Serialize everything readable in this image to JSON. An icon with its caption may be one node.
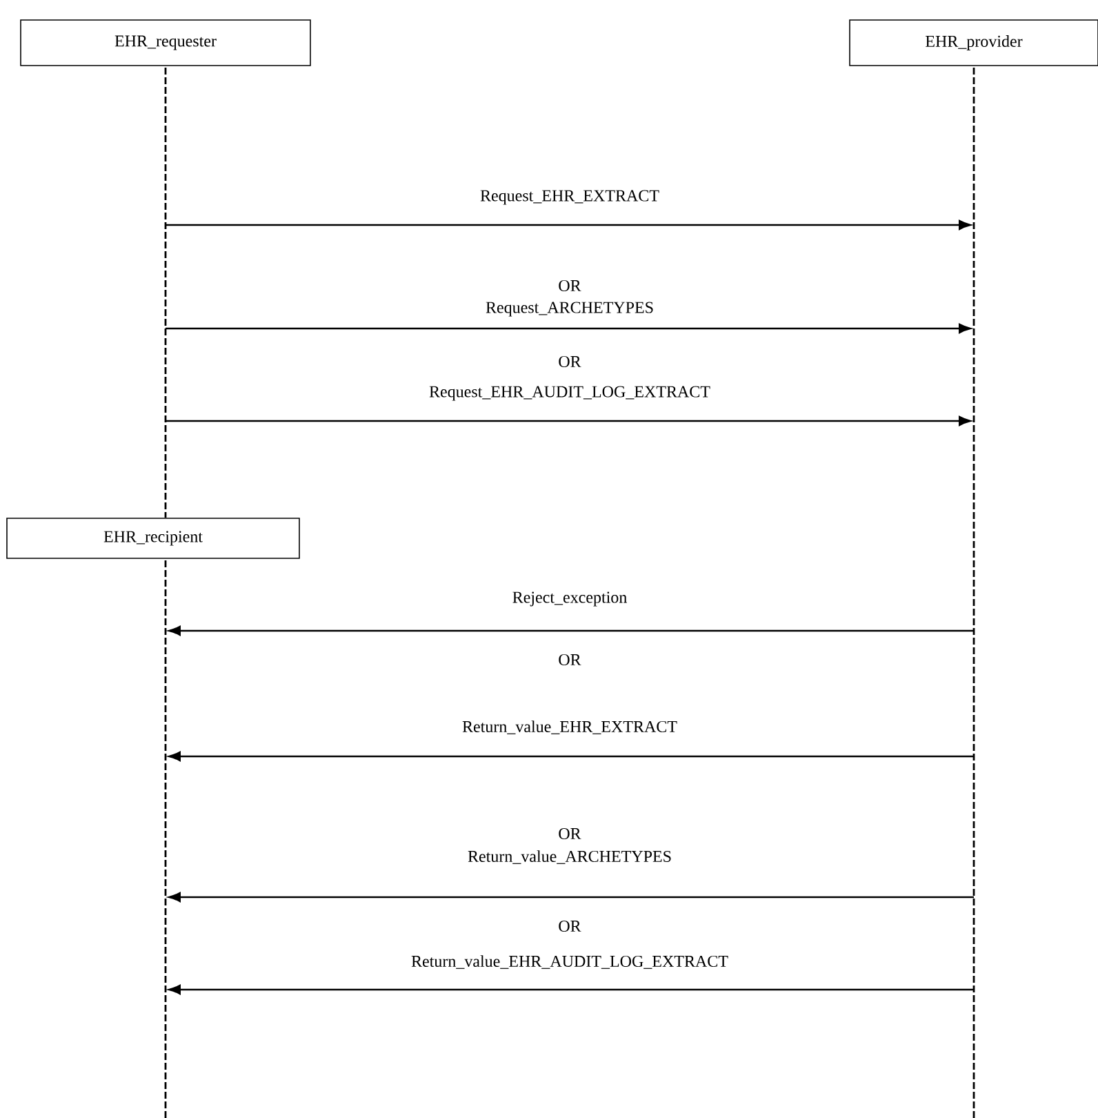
{
  "diagram": {
    "nodes": [
      {
        "text": [
          "EHR_requester"
        ]
      },
      {
        "text": [
          "EHR_provider"
        ]
      },
      {
        "text": [
          "EHR_recipient"
        ]
      },
      {
        "text": [],
        "shape": "line"
      },
      {
        "text": [],
        "shape": "line"
      },
      {
        "text": [],
        "shape": "line"
      }
    ],
    "edges": [
      {
        "from": 3,
        "to": 4,
        "arrow": "to",
        "label": "Request_EHR_EXTRACT"
      },
      {
        "from": 3,
        "to": 4,
        "arrow": "to",
        "label": "Request_ARCHETYPES"
      },
      {
        "from": 3,
        "to": 4,
        "arrow": "to",
        "label": "Request_EHR_AUDIT_LOG_EXTRACT"
      },
      {
        "from": 4,
        "to": 5,
        "arrow": "to",
        "label": "Reject_exception"
      },
      {
        "from": 4,
        "to": 5,
        "arrow": "to",
        "label": "Return_value_EHR_EXTRACT"
      },
      {
        "from": 4,
        "to": 5,
        "arrow": "to",
        "label": "Return_value_ARCHETYPES"
      },
      {
        "from": 4,
        "to": 5,
        "arrow": "to",
        "label": "Return_value_EHR_AUDIT_LOG_EXTRACT"
      }
    ],
    "labels": [
      "OR",
      "OR",
      "OR",
      "OR",
      "OR"
    ]
  }
}
